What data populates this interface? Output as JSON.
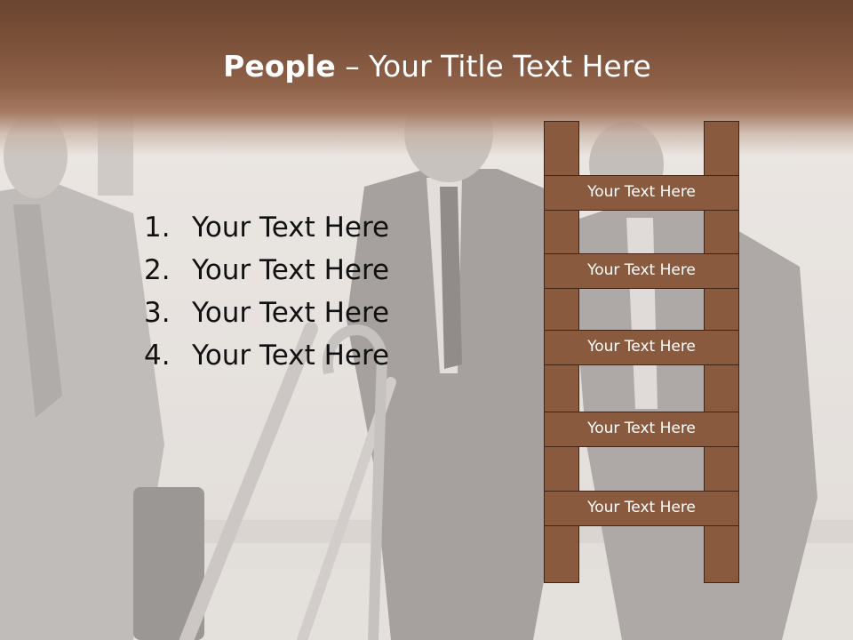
{
  "slide": {
    "title_bold": "People",
    "title_rest": " – Your Title Text Here",
    "list": [
      {
        "num": "1.",
        "text": "Your Text Here"
      },
      {
        "num": "2.",
        "text": "Your Text Here"
      },
      {
        "num": "3.",
        "text": "Your Text Here"
      },
      {
        "num": "4.",
        "text": "Your Text Here"
      }
    ],
    "ladder_rungs": [
      "Your Text Here",
      "Your Text Here",
      "Your Text Here",
      "Your Text Here",
      "Your Text Here"
    ]
  },
  "colors": {
    "title_band": "#7a5039",
    "ladder_fill": "#8a5a3e",
    "ladder_outline": "#3f2516",
    "list_text": "#111111"
  }
}
